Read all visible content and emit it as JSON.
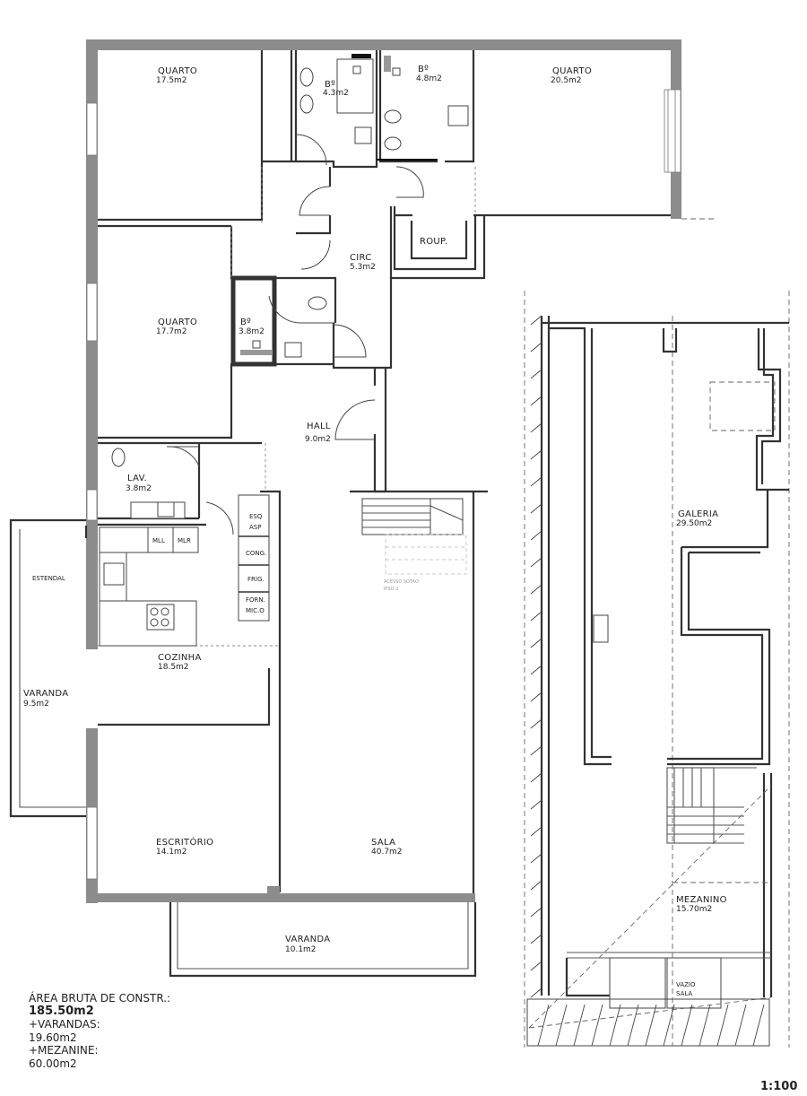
{
  "rooms": {
    "quarto_nw": {
      "name": "QUARTO",
      "area": "17.5m2"
    },
    "bath_1": {
      "name": "Bº",
      "area": "4.3m2"
    },
    "bath_2": {
      "name": "Bº",
      "area": "4.8m2"
    },
    "quarto_ne": {
      "name": "QUARTO",
      "area": "20.5m2"
    },
    "roup": {
      "name": "ROUP."
    },
    "circ": {
      "name": "CIRC",
      "area": "5.3m2"
    },
    "quarto_w": {
      "name": "QUARTO",
      "area": "17.7m2"
    },
    "bath_3": {
      "name": "Bº",
      "area": "3.8m2"
    },
    "hall": {
      "name": "HALL",
      "area": "9.0m2"
    },
    "lav": {
      "name": "LAV.",
      "area": "3.8m2"
    },
    "cozinha": {
      "name": "COZINHA",
      "area": "18.5m2"
    },
    "estendal": {
      "name": "ESTENDAL"
    },
    "varanda_w": {
      "name": "VARANDA",
      "area": "9.5m2"
    },
    "escritorio": {
      "name": "ESCRITÓRIO",
      "area": "14.1m2"
    },
    "sala": {
      "name": "SALA",
      "area": "40.7m2"
    },
    "varanda_s": {
      "name": "VARANDA",
      "area": "10.1m2"
    },
    "galeria": {
      "name": "GALERIA",
      "area": "29.50m2"
    },
    "mezanino": {
      "name": "MEZANINO",
      "area": "15.70m2"
    },
    "vazio": {
      "line1": "VAZIO",
      "line2": "SALA"
    }
  },
  "appliances": {
    "mll": "MLL",
    "mlr": "MLR",
    "esq_1": "ESQ",
    "esq_2": "ASP",
    "cong": "CONG.",
    "frig": "FRIG.",
    "forn_1": "FORN.",
    "forn_2": "MIC.O"
  },
  "stair_note": {
    "line1": "ACESSO SOTAO",
    "line2": "PISO 2"
  },
  "summary": {
    "line1": "ÁREA BRUTA DE CONSTR.:",
    "line2": "185.50m2",
    "line3": "+VARANDAS:",
    "line4": "19.60m2",
    "line5": "+MEZANINE:",
    "line6": "60.00m2"
  },
  "scale": "1:100"
}
